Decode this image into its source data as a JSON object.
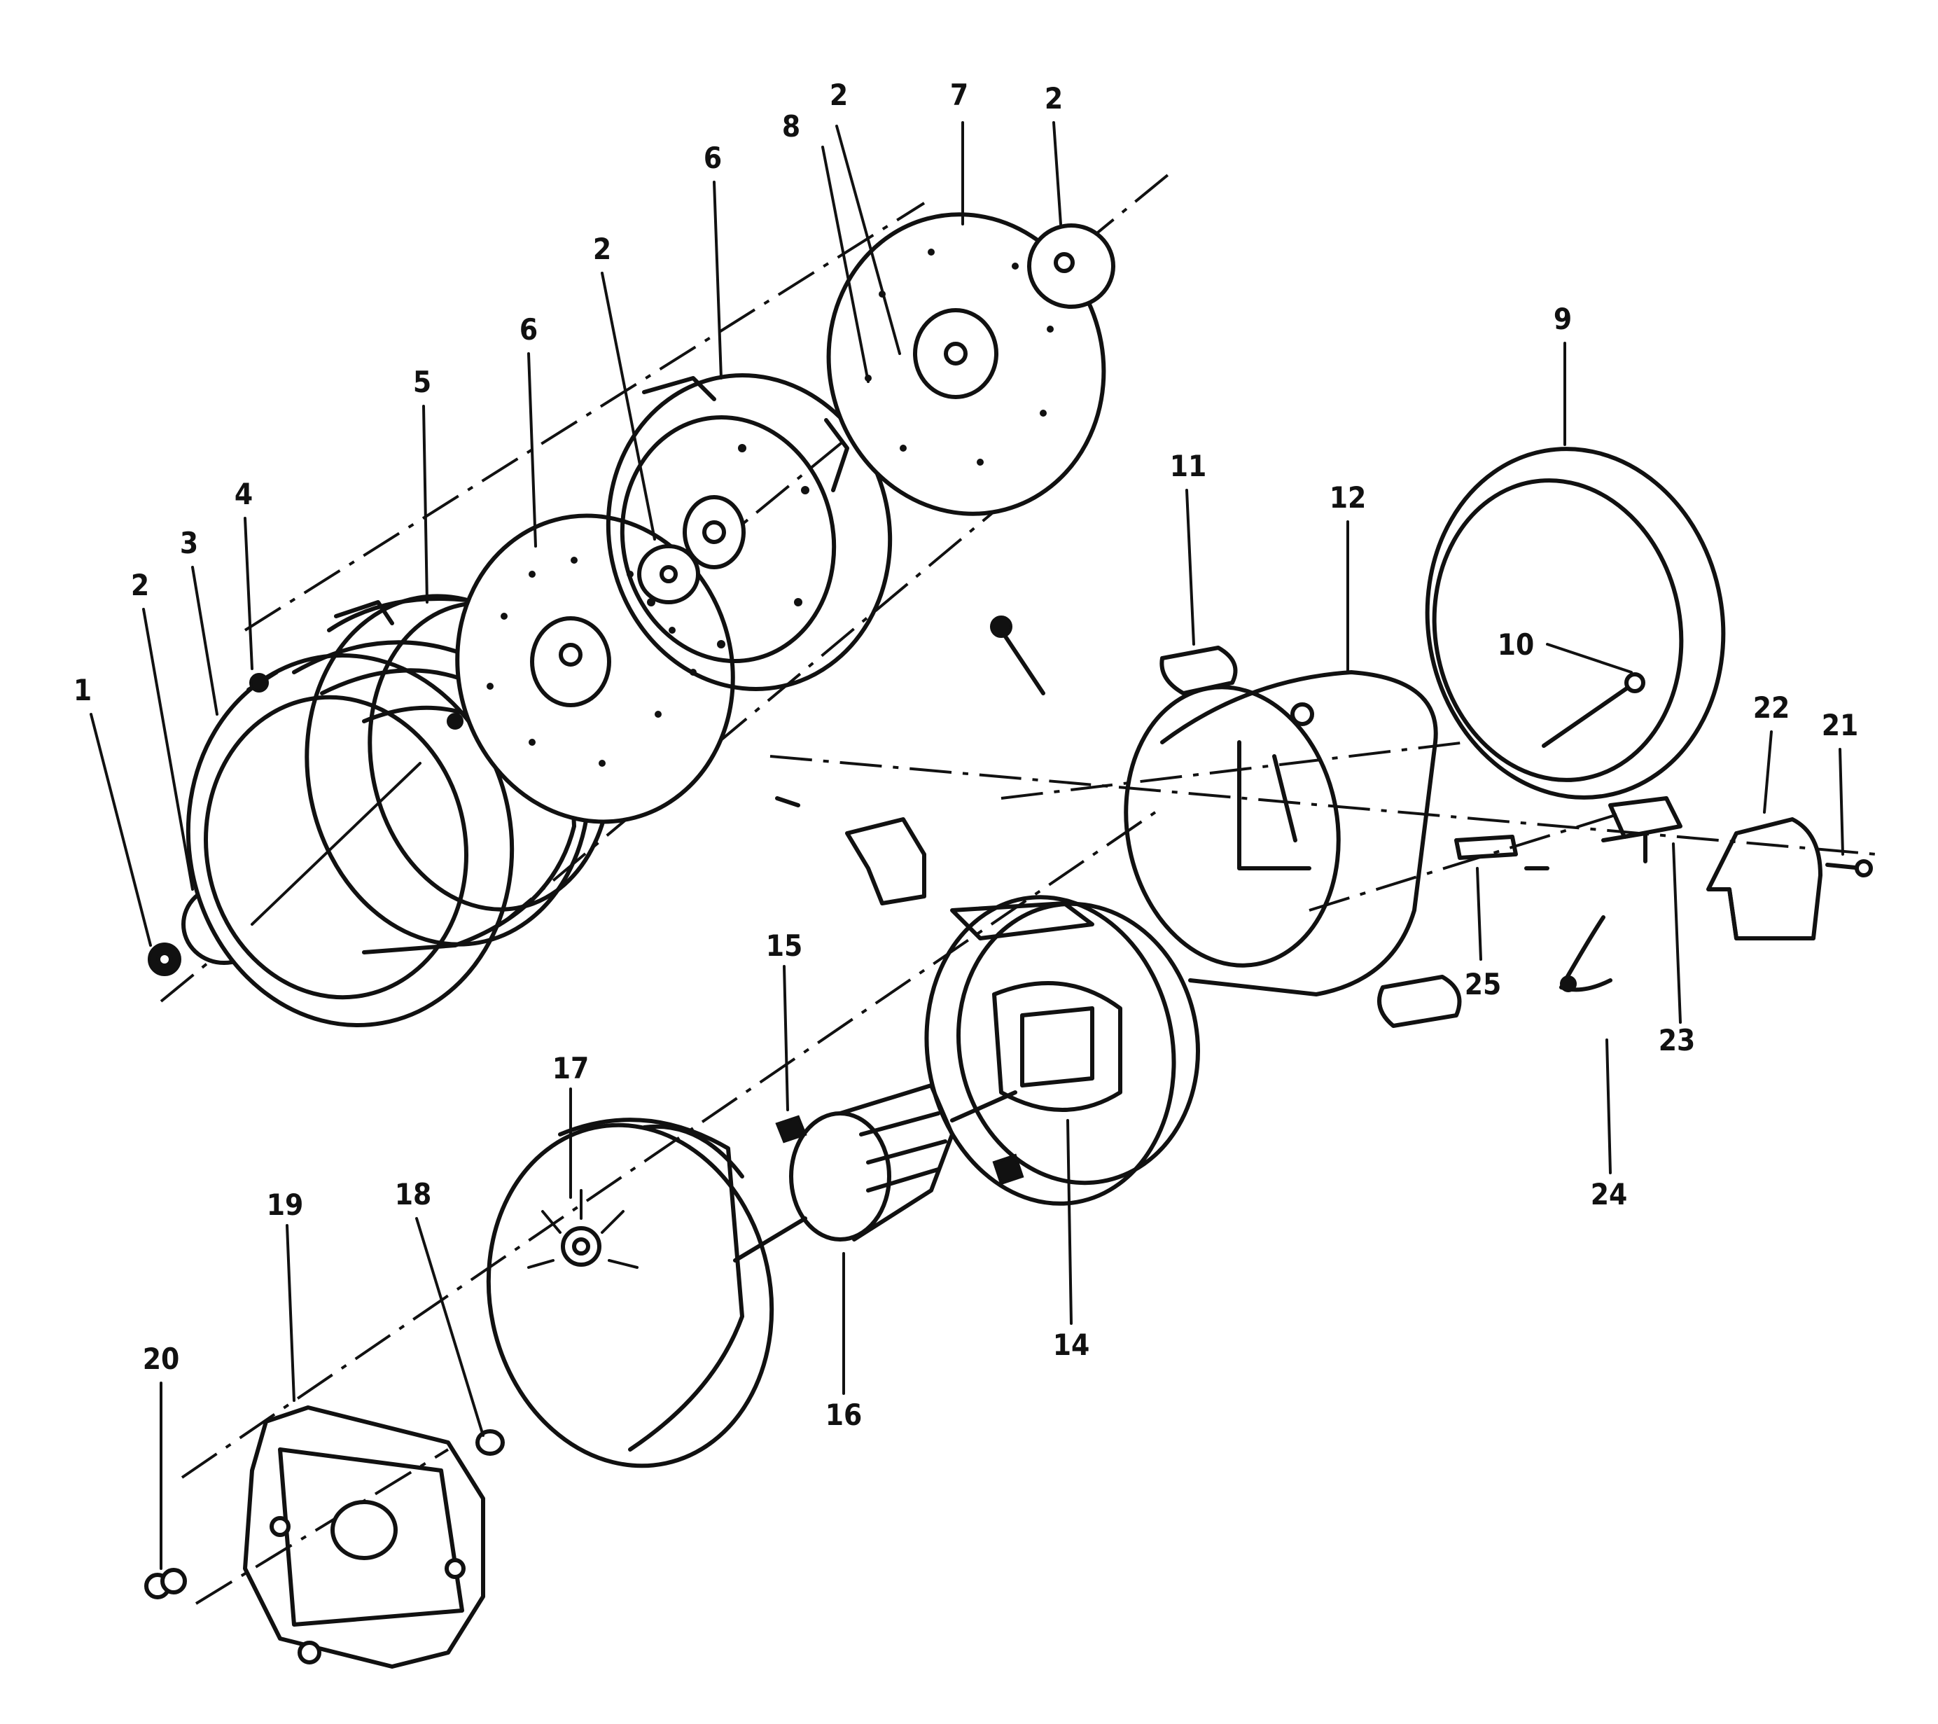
{
  "diagram": {
    "type": "exploded-parts-view",
    "callouts": [
      "1",
      "2",
      "3",
      "4",
      "5",
      "6",
      "7",
      "8",
      "2",
      "6",
      "2",
      "2",
      "9",
      "10",
      "11",
      "12",
      "14",
      "15",
      "16",
      "17",
      "18",
      "19",
      "20",
      "21",
      "22",
      "23",
      "24",
      "25"
    ]
  },
  "colors": {
    "ink": "#111111",
    "paper": "#ffffff"
  }
}
